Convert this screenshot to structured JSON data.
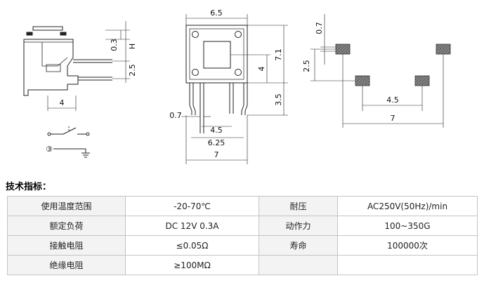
{
  "side_view": {
    "dim_03": "0.3",
    "dim_H": "H",
    "dim_25": "2.5",
    "dim_4": "4",
    "circuit_pin_mark": "③"
  },
  "front_view": {
    "dim_65": "6.5",
    "dim_71": "7.1",
    "dim_4": "4",
    "dim_35": "3.5",
    "dim_07": "0.7",
    "dim_45": "4.5",
    "dim_625": "6.25",
    "dim_7": "7"
  },
  "footprint": {
    "dim_07": "0.7",
    "dim_25": "2.5",
    "dim_45": "4.5",
    "dim_7": "7"
  },
  "specs": {
    "heading": "技术指标：",
    "rows": [
      {
        "label1": "使用温度范围",
        "value1": "-20-70℃",
        "label2": "耐压",
        "value2": "AC250V(50Hz)/min"
      },
      {
        "label1": "额定负荷",
        "value1": "DC 12V 0.3A",
        "label2": "动作力",
        "value2": "100~350G"
      },
      {
        "label1": "接触电阻",
        "value1": "≤0.05Ω",
        "label2": "寿命",
        "value2": "100000次"
      },
      {
        "label1": "绝缘电阻",
        "value1": "≥100MΩ",
        "label2": "",
        "value2": ""
      }
    ]
  }
}
